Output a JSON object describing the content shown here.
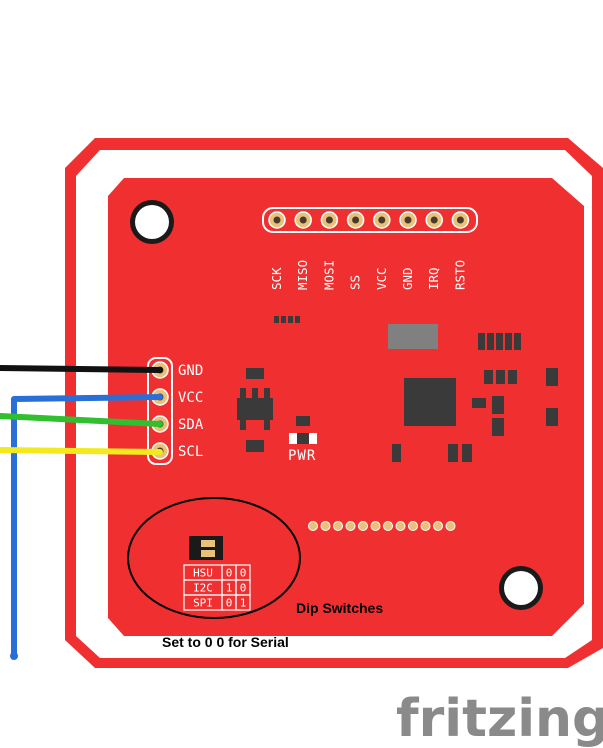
{
  "board": {
    "header_pins": [
      "SCK",
      "MISO",
      "MOSI",
      "SS",
      "VCC",
      "GND",
      "IRQ",
      "RSTO"
    ],
    "side_pins": [
      "GND",
      "VCC",
      "SDA",
      "SCL"
    ],
    "pwr_label": "PWR",
    "dip_table": [
      [
        "HSU",
        "0",
        "0"
      ],
      [
        "I2C",
        "1",
        "0"
      ],
      [
        "SPI",
        "0",
        "1"
      ]
    ]
  },
  "annotations": {
    "dip_switches": "Dip Switches",
    "serial_note": "Set to 0 0 for Serial"
  },
  "brand": {
    "name": "fritzing"
  },
  "colors": {
    "board_red": "#f03030",
    "antenna_white": "#ffffff",
    "wire_black": "#111111",
    "wire_blue": "#2a6fd6",
    "wire_green": "#2fbf2f",
    "wire_yellow": "#f2ea1e",
    "chip": "#3a3a3a"
  }
}
